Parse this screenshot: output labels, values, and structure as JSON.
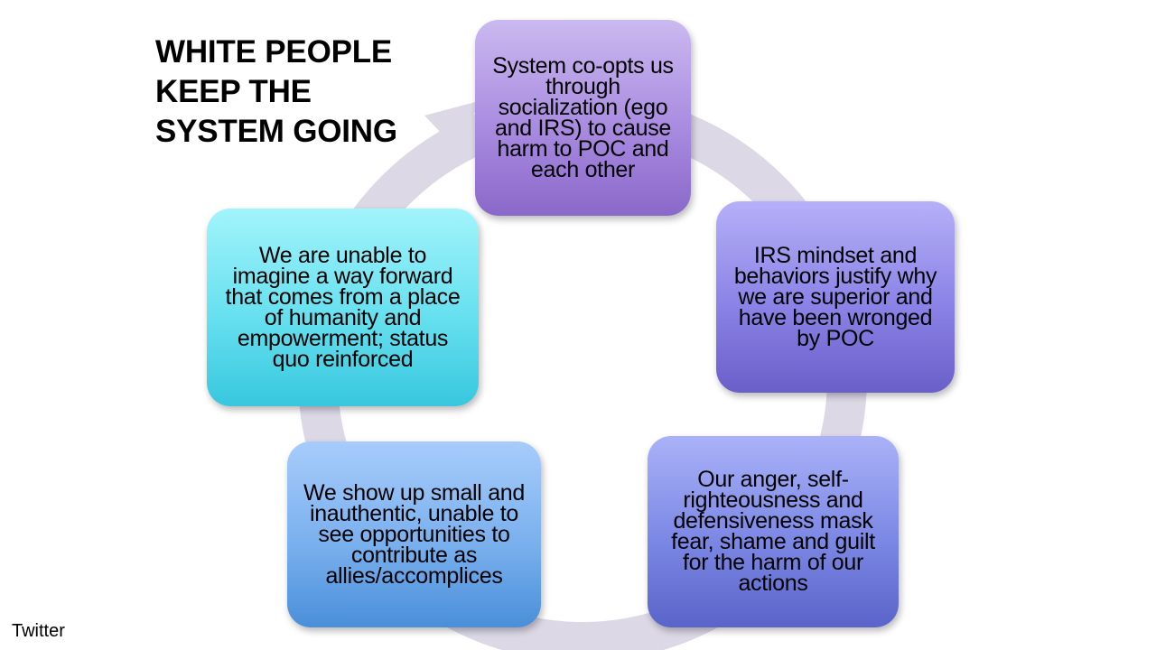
{
  "title": "WHITE PEOPLE\nKEEP THE\nSYSTEM GOING",
  "nodes": {
    "top": "System co-opts us through socialization (ego and IRS) to cause harm to POC and each other",
    "right": "IRS mindset and behaviors justify why we are superior and have been wronged by POC",
    "bottom_right": "Our anger, self-righteousness and defensiveness mask fear, shame and guilt for the harm of our actions",
    "bottom_left": "We show up small and inauthentic, unable to see opportunities to contribute as allies/accomplices",
    "left": "We are unable to imagine a way forward that comes from a place of humanity and empowerment; status quo reinforced"
  },
  "source": "Twitter",
  "colors": {
    "ring": "#dcd8e6",
    "top_node": "#a98be0",
    "right_node": "#8a82e6",
    "bottom_right_node": "#7b87e4",
    "bottom_left_node": "#7ab0ee",
    "left_node": "#66e0ef"
  }
}
